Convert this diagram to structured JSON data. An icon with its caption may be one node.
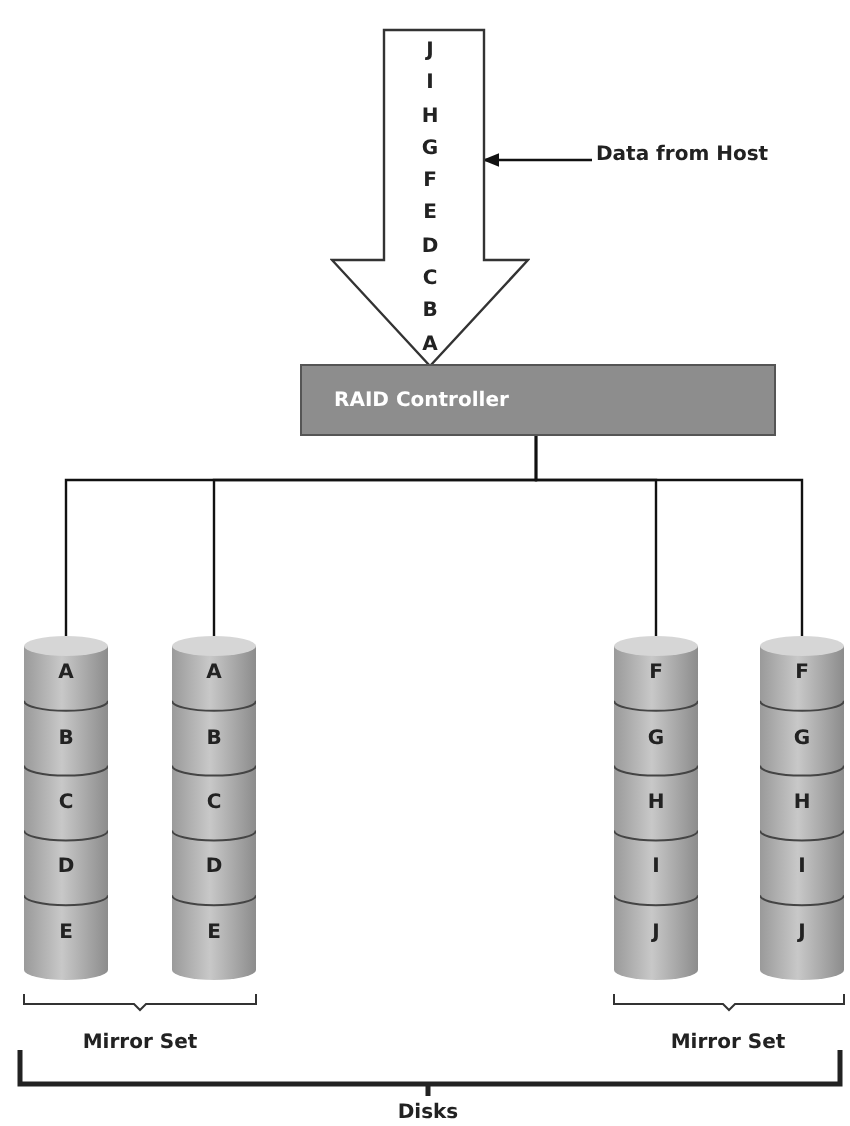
{
  "diagram": {
    "nodes": [
      {
        "text": [
          "J",
          "I",
          "H",
          "G",
          "F",
          "E",
          "D",
          "C",
          "B",
          "A"
        ]
      },
      {
        "text": [
          "Data from Host"
        ]
      },
      {
        "text": [
          "RAID Controller"
        ]
      },
      {
        "text": [
          "A",
          "B",
          "C",
          "D",
          "E"
        ]
      },
      {
        "text": [
          "A",
          "B",
          "C",
          "D",
          "E"
        ]
      },
      {
        "text": [
          "F",
          "G",
          "H",
          "I",
          "J"
        ]
      },
      {
        "text": [
          "F",
          "G",
          "H",
          "I",
          "J"
        ]
      }
    ],
    "edges": [
      {
        "from": 1,
        "to": 0,
        "arrow": "to"
      },
      {
        "from": 2,
        "to": 3,
        "arrow": "none"
      },
      {
        "from": 2,
        "to": 4,
        "arrow": "none"
      },
      {
        "from": 2,
        "to": 5,
        "arrow": "none"
      },
      {
        "from": 2,
        "to": 6,
        "arrow": "none"
      }
    ],
    "labels": [
      "Mirror Set",
      "Mirror Set",
      "Disks"
    ]
  }
}
